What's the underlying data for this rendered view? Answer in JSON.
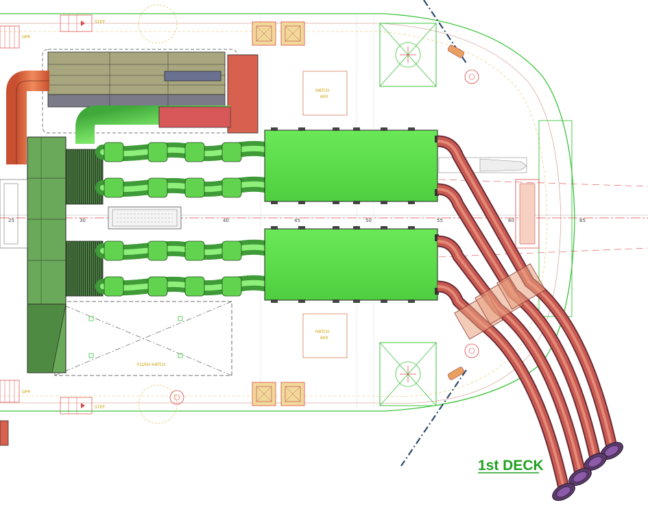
{
  "drawing": {
    "title": "1st DECK",
    "frame_labels": [
      "25",
      "30",
      "40",
      "45",
      "50",
      "55",
      "60",
      "65"
    ],
    "hatch_label": "HATCH",
    "hatch_size": "600",
    "flush_hatch_label": "FLUSH HATCH",
    "opp_label": "OPP.",
    "step_label": "STEP"
  },
  "colors": {
    "engine_green": "#5ddd4a",
    "pipe_red": "#c85a52",
    "pipe_purple": "#8b5aa8",
    "exhaust_orange": "#e8744a",
    "silencer_khaki": "#a8a67e",
    "hull_outline": "#39c339",
    "title_green": "#1fa11f"
  }
}
